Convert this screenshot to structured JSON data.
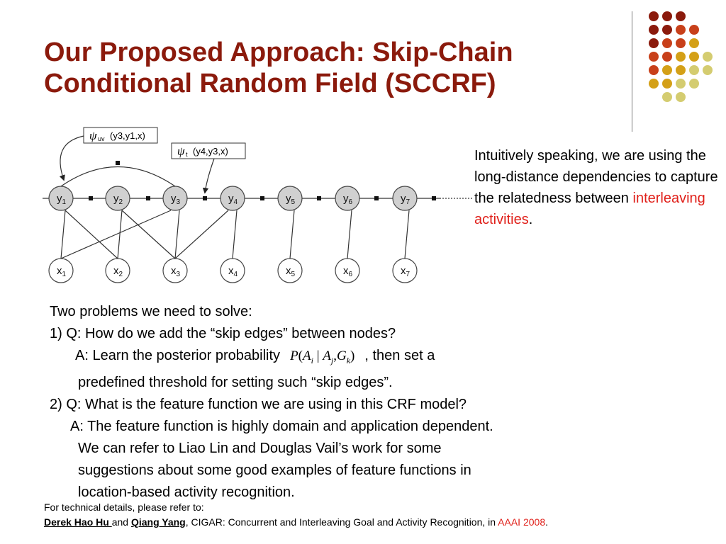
{
  "title": {
    "line1": "Our Proposed Approach: Skip-Chain",
    "line2": "Conditional Random Field (SCCRF)"
  },
  "colors": {
    "title": "#8b1a0c",
    "highlight": "#e0201a",
    "dot_palette": [
      "#8b1a0c",
      "#c8401a",
      "#d4a017",
      "#d4cc70"
    ]
  },
  "diagram": {
    "factor_labels": {
      "skip": {
        "psi": "ψ",
        "sub": "uv",
        "args": "(y3,y1,x)"
      },
      "transition": {
        "psi": "ψ",
        "sub": "t",
        "args": "(y4,y3,x)"
      }
    },
    "y_nodes": [
      "y1",
      "y2",
      "y3",
      "y4",
      "y5",
      "y6",
      "y7"
    ],
    "x_nodes": [
      "x1",
      "x2",
      "x3",
      "x4",
      "x5",
      "x6",
      "x7"
    ]
  },
  "side_text": {
    "text": "Intuitively speaking, we are using the long-distance dependencies to capture the relatedness between ",
    "highlight": "interleaving activities",
    "end": "."
  },
  "problems": {
    "intro": "Two problems we need to solve:",
    "q1": "1) Q: How do we add the “skip edges” between nodes?",
    "a1_start": "A: Learn the posterior probability",
    "a1_end": ", then set a",
    "a1_cont": "predefined threshold for setting such “skip edges”.",
    "q2": "2) Q: What is the feature function we are using in this CRF model?",
    "a2_l1": "A: The feature function is highly domain and application dependent.",
    "a2_l2": "We can refer to Liao Lin and Douglas Vail’s work for some",
    "a2_l3": "suggestions about some good examples of feature functions in",
    "a2_l4": "location-based activity recognition."
  },
  "formula": {
    "P": "P",
    "open": "(",
    "A": "A",
    "i": "i",
    "bar": " | ",
    "j": "j",
    "comma": ",",
    "G": "G",
    "k": "k",
    "close": ")"
  },
  "footer": {
    "line1": "For technical details, please refer to:",
    "author1": "Derek Hao Hu ",
    "and": " and ",
    "author2": "Qiang Yang",
    "text": ", CIGAR: Concurrent and Interleaving Goal and Activity Recognition, in ",
    "venue": "AAAI 2008",
    "end": "."
  }
}
